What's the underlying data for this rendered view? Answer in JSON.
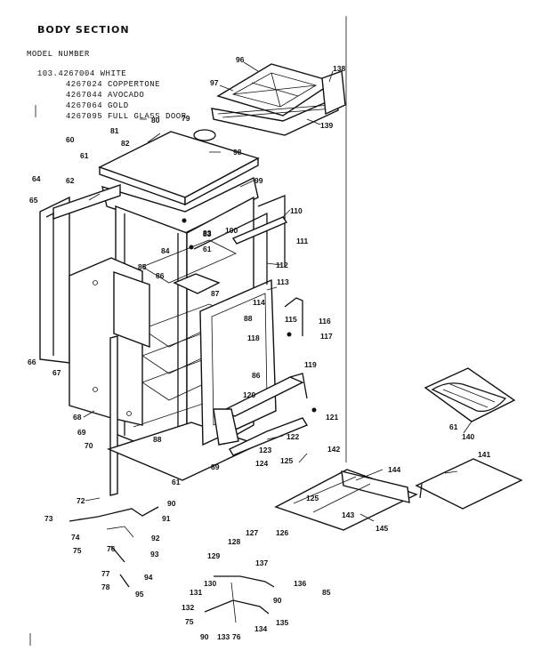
{
  "header": {
    "title": "BODY SECTION",
    "model_heading": "MODEL NUMBER",
    "models": [
      {
        "number": "103.4267004",
        "color": "WHITE"
      },
      {
        "number": "4267024",
        "color": "COPPERTONE"
      },
      {
        "number": "4267044",
        "color": "AVOCADO"
      },
      {
        "number": "4267064",
        "color": "GOLD"
      },
      {
        "number": "4267095",
        "color": "FULL GLASS DOOR"
      }
    ]
  },
  "callouts": [
    "96",
    "97",
    "138",
    "139",
    "79",
    "80",
    "81",
    "82",
    "83",
    "60",
    "61",
    "62",
    "64",
    "98",
    "99",
    "65",
    "100",
    "110",
    "111",
    "112",
    "84",
    "83",
    "61",
    "85",
    "86",
    "87",
    "113",
    "114",
    "115",
    "116",
    "117",
    "88",
    "118",
    "66",
    "67",
    "119",
    "86",
    "120",
    "121",
    "68",
    "69",
    "70",
    "88",
    "122",
    "123",
    "89",
    "124",
    "125",
    "142",
    "61",
    "72",
    "90",
    "73",
    "91",
    "74",
    "75",
    "76",
    "92",
    "77",
    "93",
    "78",
    "94",
    "95",
    "127",
    "126",
    "128",
    "129",
    "137",
    "130",
    "136",
    "131",
    "90",
    "132",
    "75",
    "90",
    "133",
    "76",
    "134",
    "135",
    "125",
    "143",
    "144",
    "145",
    "140",
    "141",
    "61",
    "85"
  ]
}
